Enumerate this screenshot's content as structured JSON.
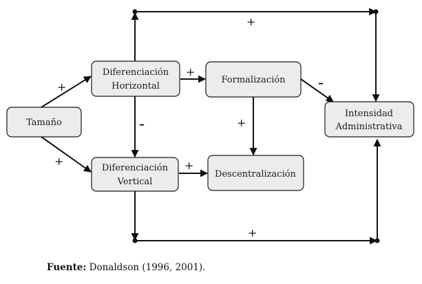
{
  "nodes": {
    "tamano": "Tamaño",
    "dif_horizontal": [
      "Diferenciación",
      "Horizontal"
    ],
    "formalizacion": "Formalización",
    "dif_vertical": [
      "Diferenciación",
      "Vertical"
    ],
    "descentralizacion": "Descentralización",
    "intensidad": [
      "Intensidad",
      "Administrativa"
    ]
  },
  "edges": [
    {
      "from": "tamano",
      "to": "dif_horizontal",
      "sign": "+"
    },
    {
      "from": "tamano",
      "to": "dif_vertical",
      "sign": "+"
    },
    {
      "from": "dif_horizontal",
      "to": "formalizacion",
      "sign": "+"
    },
    {
      "from": "dif_horizontal",
      "to": "dif_vertical",
      "sign": "–"
    },
    {
      "from": "dif_horizontal",
      "to": "intensidad",
      "sign": "+"
    },
    {
      "from": "formalizacion",
      "to": "descentralizacion",
      "sign": "+"
    },
    {
      "from": "formalizacion",
      "to": "intensidad",
      "sign": "–"
    },
    {
      "from": "dif_vertical",
      "to": "descentralizacion",
      "sign": "+"
    },
    {
      "from": "dif_vertical",
      "to": "intensidad",
      "sign": "+"
    }
  ],
  "source": {
    "label": "Fuente:",
    "text": " Donaldson (1996, 2001)."
  }
}
